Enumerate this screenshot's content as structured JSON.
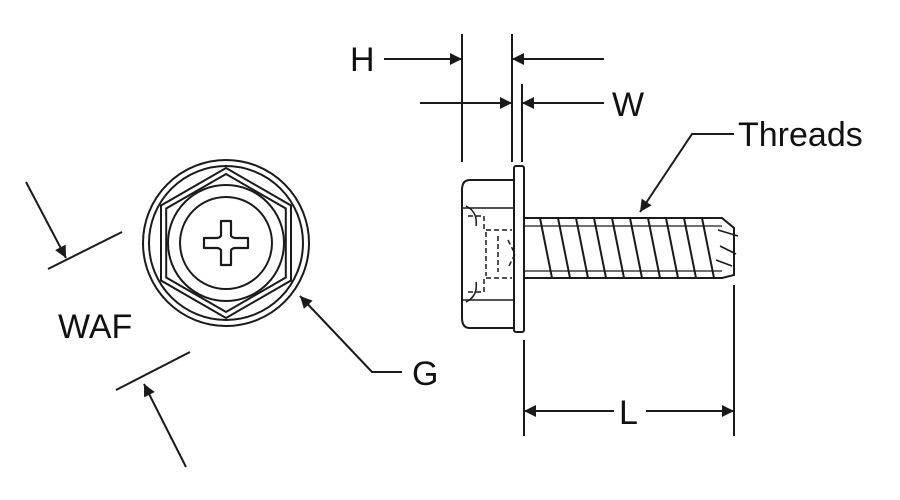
{
  "labels": {
    "h": "H",
    "w": "W",
    "threads": "Threads",
    "waf": "WAF",
    "g": "G",
    "l": "L"
  },
  "colors": {
    "line": "#1a1a1a",
    "background": "#ffffff"
  }
}
